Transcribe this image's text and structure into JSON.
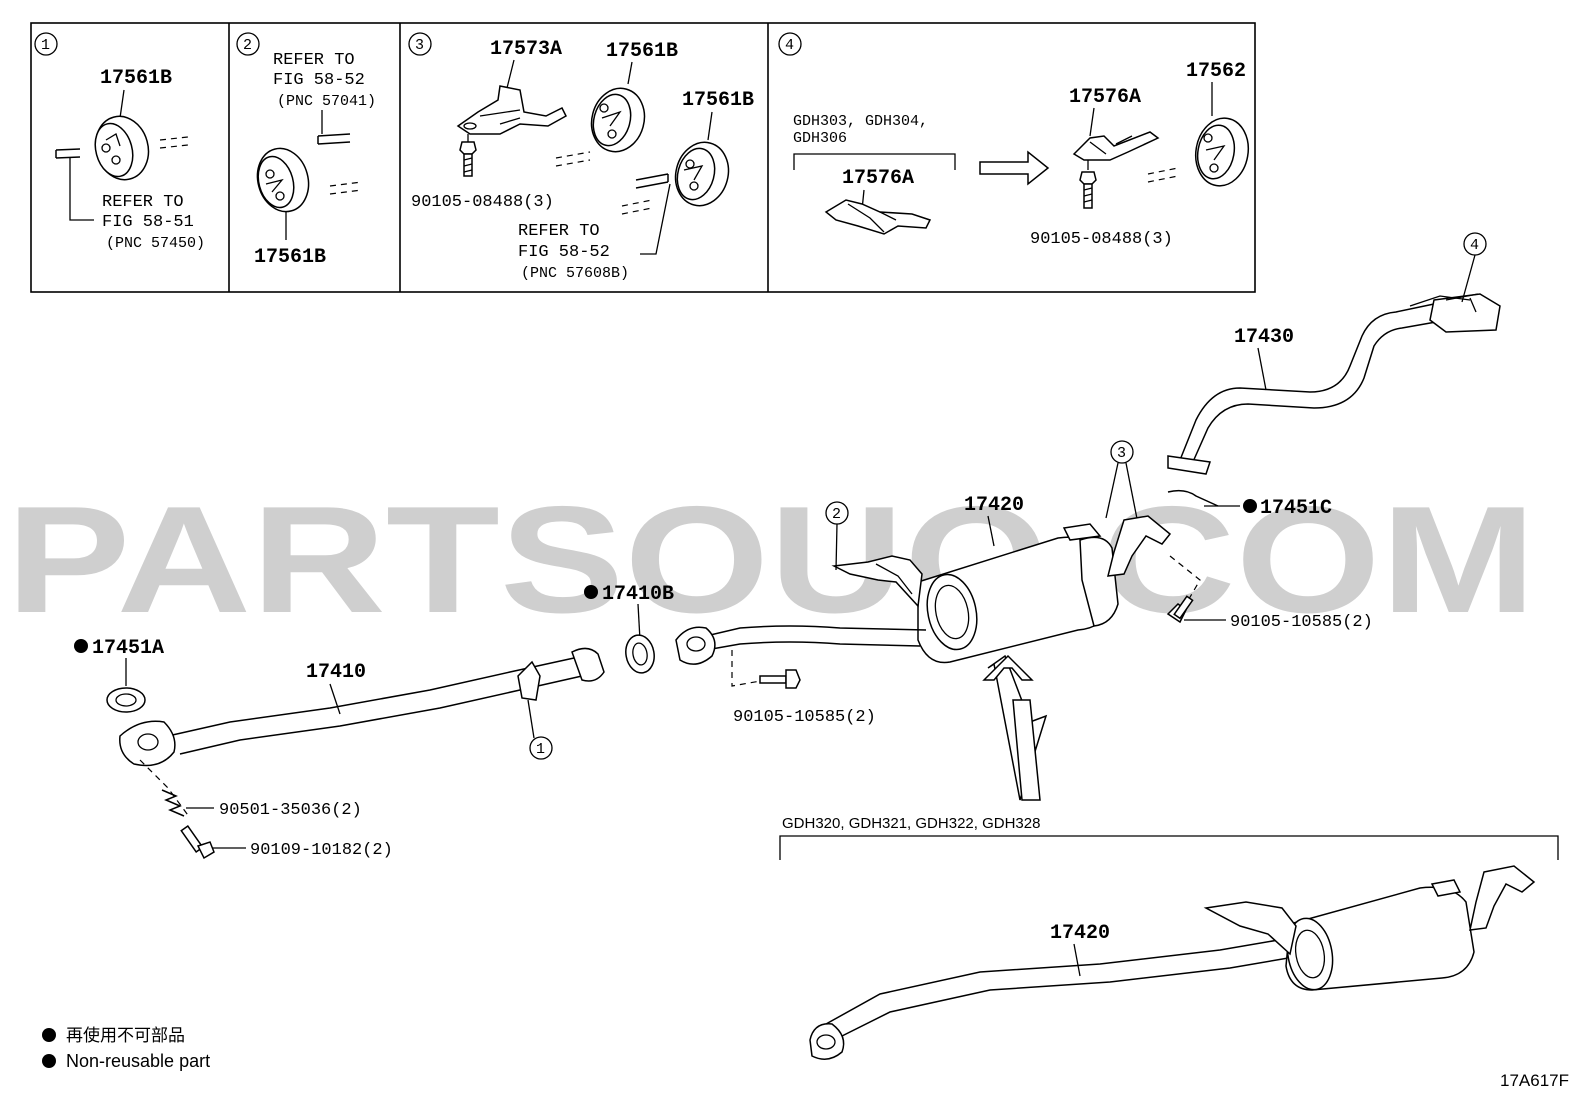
{
  "panels": {
    "p1": {
      "num": "1",
      "part": "17561B",
      "refer_line1": "REFER TO",
      "refer_line2": "FIG 58-51",
      "refer_pnc": "(PNC 57450)"
    },
    "p2": {
      "num": "2",
      "refer_line1": "REFER TO",
      "refer_line2": "FIG 58-52",
      "refer_pnc": "(PNC 57041)",
      "part": "17561B"
    },
    "p3": {
      "num": "3",
      "part_a": "17573A",
      "part_b": "17561B",
      "part_c": "17561B",
      "bolt": "90105-08488(3)",
      "refer_line1": "REFER TO",
      "refer_line2": "FIG 58-52",
      "refer_pnc": "(PNC 57608B)"
    },
    "p4": {
      "num": "4",
      "models_line1": "GDH303, GDH304,",
      "models_line2": "GDH306",
      "part_a": "17576A",
      "part_a2": "17576A",
      "part_b": "17562",
      "bolt": "90105-08488(3)"
    }
  },
  "main": {
    "p17430": "17430",
    "c4": "4",
    "c3": "3",
    "c2": "2",
    "c1": "1",
    "p17451C": "17451C",
    "p17420": "17420",
    "bolt_right": "90105-10585(2)",
    "p17410B": "17410B",
    "bolt_mid": "90105-10585(2)",
    "p17451A": "17451A",
    "p17410": "17410",
    "spring": "90501-35036(2)",
    "bolt_front": "90109-10182(2)",
    "alt_models": "GDH320, GDH321, GDH322, GDH328",
    "alt_part": "17420"
  },
  "legend": {
    "jp": "再使用不可部品",
    "en": "Non-reusable part"
  },
  "watermark": "PARTSOUQ.COM",
  "figure_code": "17A617F"
}
